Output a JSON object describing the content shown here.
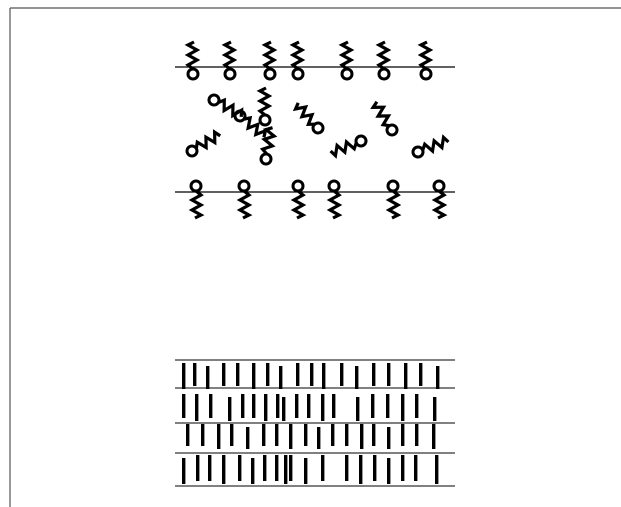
{
  "figure": {
    "colors": {
      "ink": "#000000",
      "frame": "#555555",
      "background": "#ffffff"
    },
    "top_panel": {
      "description_icon": "lipid-molecule-icon",
      "upper_row_count": 7,
      "loose_molecule_count": 9,
      "lower_row_count": 6
    },
    "bottom_panel": {
      "description_icon": "bar-mark-icon",
      "row_count": 4
    }
  }
}
